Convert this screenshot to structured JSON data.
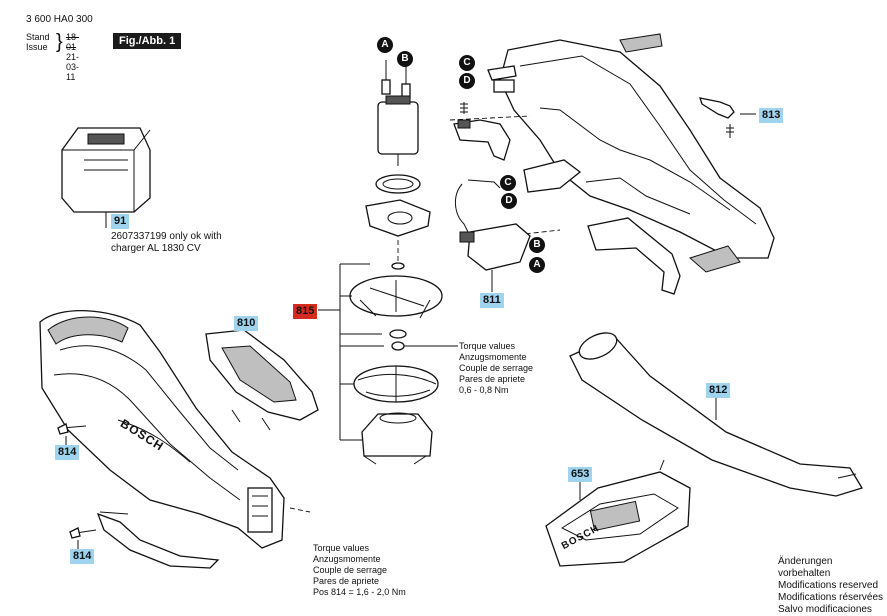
{
  "header": {
    "doc_number": "3 600 HA0 300",
    "stand_label": "Stand",
    "issue_label": "Issue",
    "stand_value": "18-01",
    "issue_value": "21-03-11",
    "figure_label": "Fig./Abb. 1"
  },
  "parts": {
    "p91": "91",
    "p91_note_1": "2607337199 only ok with",
    "p91_note_2": "charger AL 1830 CV",
    "p810": "810",
    "p811": "811",
    "p812": "812",
    "p813": "813",
    "p814_top": "814",
    "p814_bottom": "814",
    "p815": "815",
    "p653": "653"
  },
  "callouts": {
    "a_top": "A",
    "b_top": "B",
    "c_top": "C",
    "d_top": "D",
    "c_mid": "C",
    "d_mid": "D",
    "b_mid": "B",
    "a_mid": "A"
  },
  "torque_upper": [
    "Torque values",
    "Anzugsmomente",
    "Couple de serrage",
    "Pares de apriete",
    "0,6 - 0,8 Nm"
  ],
  "torque_lower": [
    "Torque values",
    "Anzugsmomente",
    "Couple de serrage",
    "Pares de apriete",
    "Pos 814 = 1,6 - 2,0 Nm"
  ],
  "footer_notes": [
    "Änderungen vorbehalten",
    "Modifications reserved",
    "Modifications réservées",
    "Salvo modificaciones"
  ],
  "brand_marks": [
    "BOSCH",
    "BOSCH"
  ]
}
